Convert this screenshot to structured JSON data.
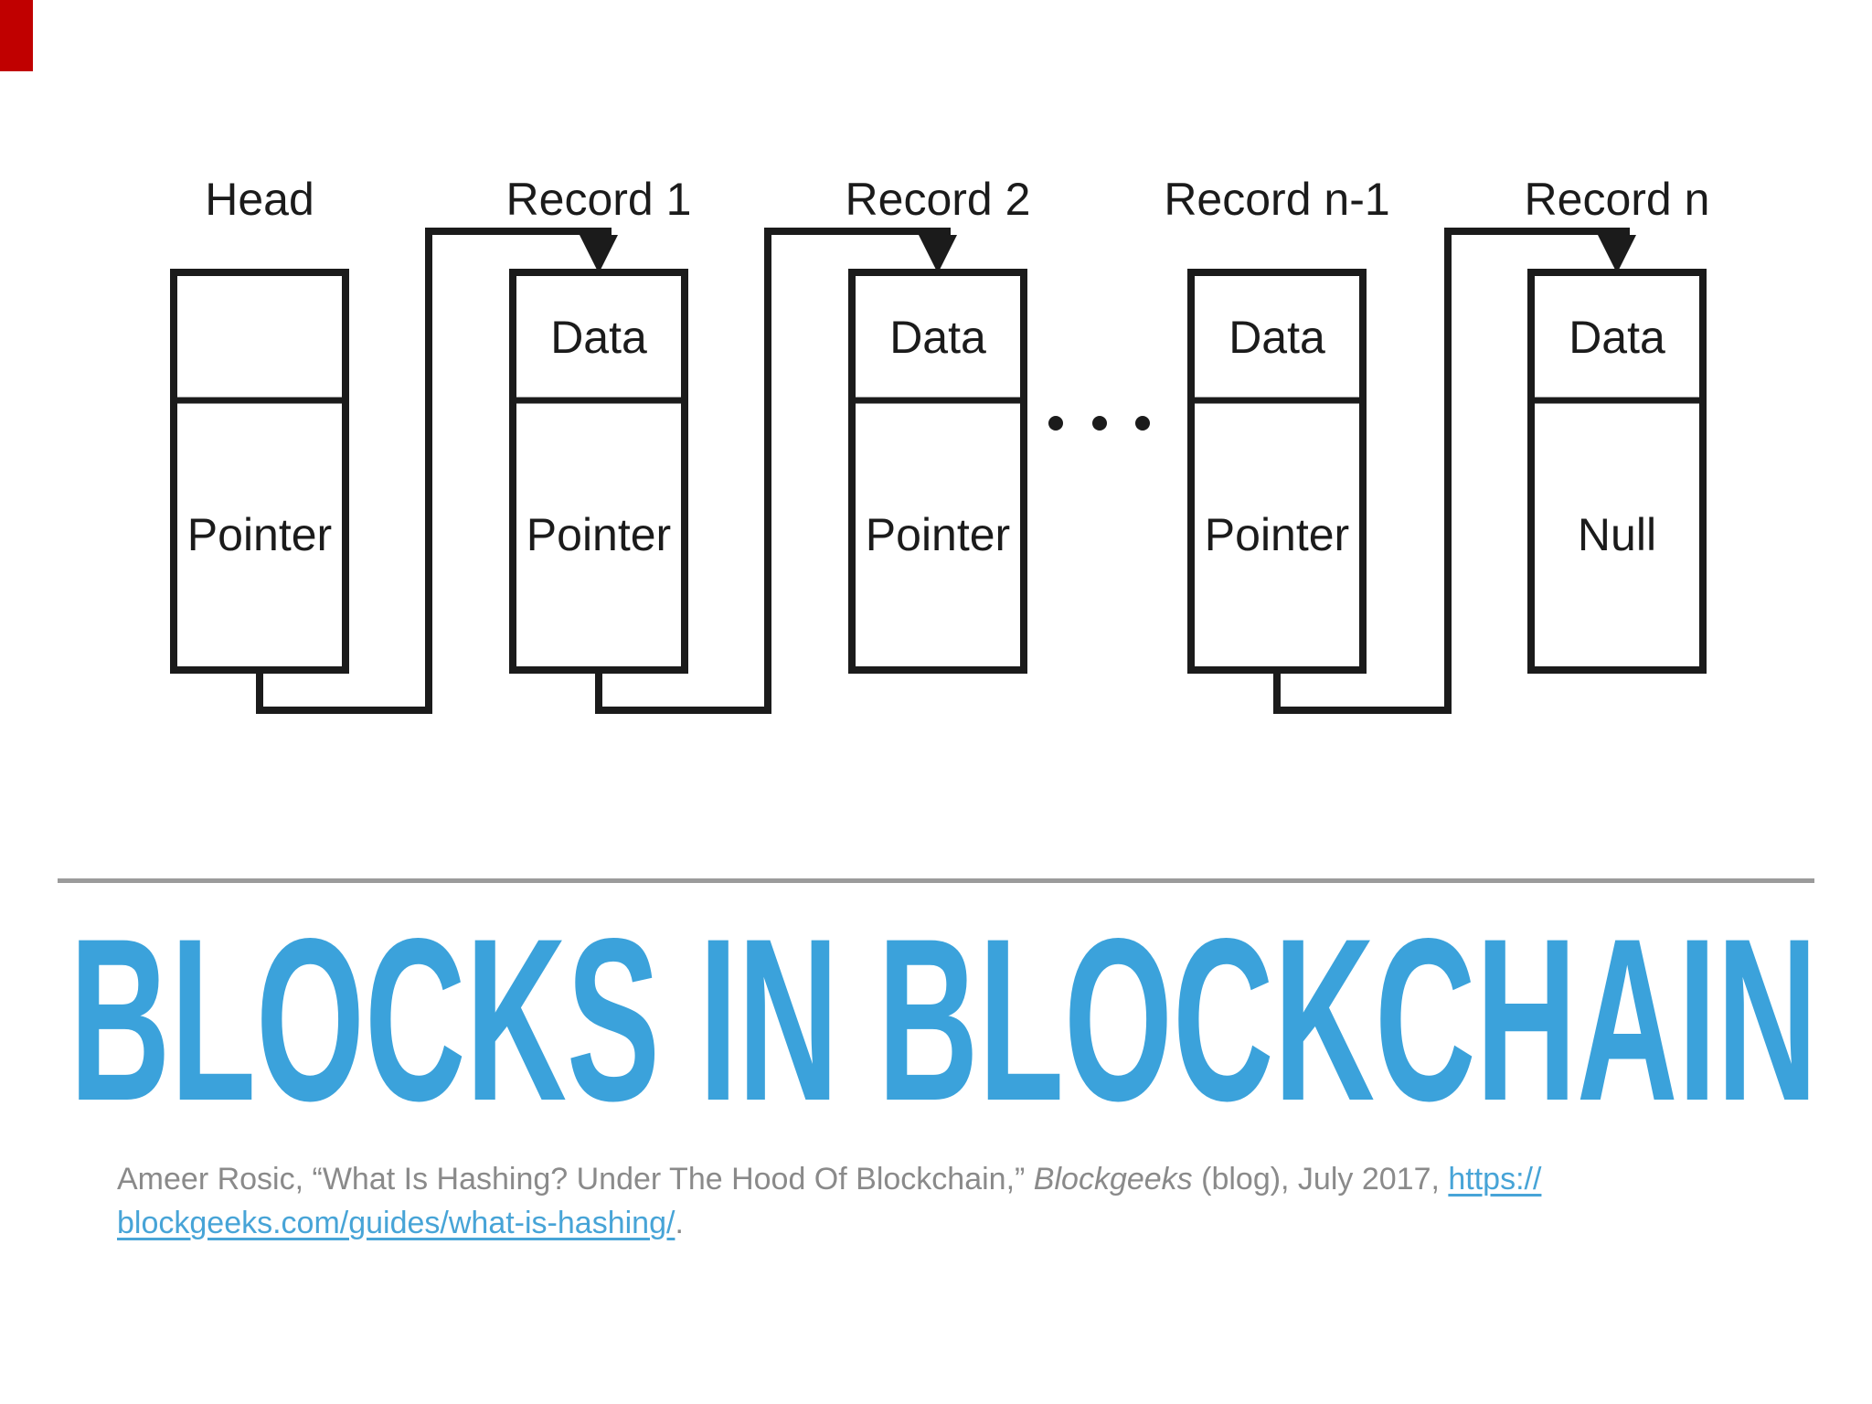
{
  "slide": {
    "title": "BLOCKS IN BLOCKCHAIN",
    "title_color": "#3BA2DB",
    "divider_color": "#9B9B9B",
    "background": "#FFFFFF",
    "ink_color": "#1B1B1B",
    "corner_marker_color": "#C00000"
  },
  "diagram": {
    "description": "linked-list of records",
    "ellipsis_dots": 3,
    "nodes": [
      {
        "label": "Head",
        "top_cell": "",
        "bottom_cell": "Pointer"
      },
      {
        "label": "Record 1",
        "top_cell": "Data",
        "bottom_cell": "Pointer"
      },
      {
        "label": "Record 2",
        "top_cell": "Data",
        "bottom_cell": "Pointer"
      },
      {
        "label": "Record n-1",
        "top_cell": "Data",
        "bottom_cell": "Pointer"
      },
      {
        "label": "Record n",
        "top_cell": "Data",
        "bottom_cell": "Null"
      }
    ]
  },
  "citation": {
    "text_color": "#8A8A8A",
    "link_color": "#47A4D7",
    "prefix": "Ameer Rosic, “What Is Hashing? Under The Hood Of Blockchain,” ",
    "source": "Blockgeeks",
    "middle": " (blog), July 2017, ",
    "link_part1": "https://",
    "link_part2": "blockgeeks.com/guides/what-is-hashing/",
    "suffix": "."
  }
}
